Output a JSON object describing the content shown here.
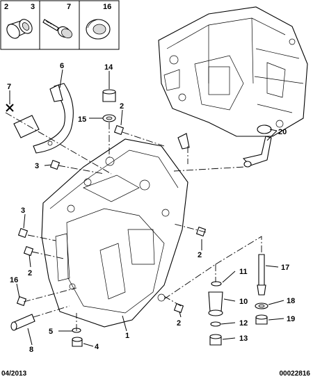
{
  "header_legend": [
    {
      "ref": "2",
      "sub": "3"
    },
    {
      "ref": "7"
    },
    {
      "ref": "16"
    }
  ],
  "callouts": {
    "c6": "6",
    "c7": "7",
    "c14": "14",
    "c15": "15",
    "c2a": "2",
    "c20": "20",
    "c3a": "3",
    "c3b": "3",
    "c2b": "2",
    "c16": "16",
    "c2c": "2",
    "c8": "8",
    "c5": "5",
    "c4": "4",
    "c1": "1",
    "c11": "11",
    "c10": "10",
    "c12": "12",
    "c13": "13",
    "c17": "17",
    "c18": "18",
    "c19": "19",
    "c2d": "2"
  },
  "footer": {
    "date": "04/2013",
    "doc_number": "00022816"
  }
}
